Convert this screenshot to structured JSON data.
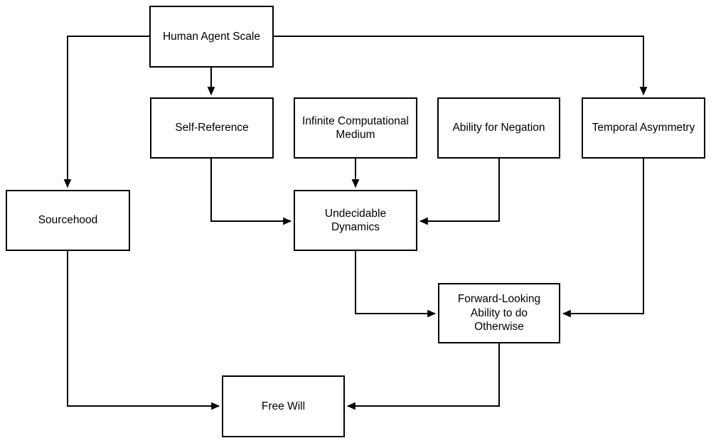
{
  "diagram": {
    "title": "Free Will flowchart",
    "background_color": "#ffffff",
    "stroke_color": "#000000",
    "text_color": "#000000",
    "nodes": [
      {
        "id": "human-agent-scale",
        "label": "Human Agent Scale"
      },
      {
        "id": "self-reference",
        "label": "Self-Reference"
      },
      {
        "id": "infinite-computational-medium",
        "label": "Infinite Computational Medium"
      },
      {
        "id": "ability-for-negation",
        "label": "Ability for Negation"
      },
      {
        "id": "temporal-asymmetry",
        "label": "Temporal Asymmetry"
      },
      {
        "id": "sourcehood",
        "label": "Sourcehood"
      },
      {
        "id": "undecidable-dynamics",
        "label": "Undecidable Dynamics"
      },
      {
        "id": "forward-looking-ability-to-do-otherwise",
        "label": "Forward-Looking Ability to do Otherwise"
      },
      {
        "id": "free-will",
        "label": "Free Will"
      }
    ],
    "edges": [
      {
        "from": "human-agent-scale",
        "to": "self-reference"
      },
      {
        "from": "human-agent-scale",
        "to": "sourcehood"
      },
      {
        "from": "human-agent-scale",
        "to": "temporal-asymmetry"
      },
      {
        "from": "self-reference",
        "to": "undecidable-dynamics"
      },
      {
        "from": "infinite-computational-medium",
        "to": "undecidable-dynamics"
      },
      {
        "from": "ability-for-negation",
        "to": "undecidable-dynamics"
      },
      {
        "from": "undecidable-dynamics",
        "to": "forward-looking-ability-to-do-otherwise"
      },
      {
        "from": "temporal-asymmetry",
        "to": "forward-looking-ability-to-do-otherwise"
      },
      {
        "from": "forward-looking-ability-to-do-otherwise",
        "to": "free-will"
      },
      {
        "from": "sourcehood",
        "to": "free-will"
      }
    ]
  }
}
